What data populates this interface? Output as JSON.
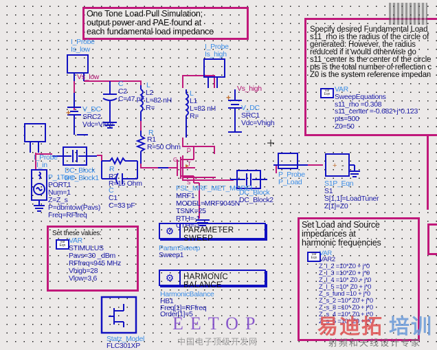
{
  "notes": {
    "title_note": [
      "One Tone Load Pull Simulation;",
      "output power and PAE found at",
      "each fundamental load impedance"
    ],
    "sweep_note": [
      "Specify desired Fundamental Load",
      "s11_rho is the radius of the circle of",
      "  generated:  However, the radius",
      "  reduced if it would otherwise go",
      "s11_center is the center of the circle",
      "pts is the total number of reflection c",
      "Z0 is the system reference impedan"
    ],
    "harmonic_note": [
      "Set Load and Source",
      "impedances at",
      "harmonic frequencies"
    ],
    "stimulus_note": "Set these values:"
  },
  "var_icon_text": [
    "Var",
    "Eqn"
  ],
  "components": {
    "iprobe_low": [
      "I_Probe",
      "Is_low"
    ],
    "node_vs_low": "Vs_low",
    "vdc_src2": [
      "V_DC",
      "SRC2",
      "Vdc=Vlow"
    ],
    "c2": [
      "C",
      "C2",
      "C=47 pF"
    ],
    "l2": [
      "L",
      "L2",
      "L=82 nH",
      "R="
    ],
    "r1": [
      "R",
      "R1",
      "R=50 Ohm"
    ],
    "iprobe_high": [
      "I_Probe",
      "Is_high"
    ],
    "node_vs_high": "Vs_high",
    "l1": [
      "L",
      "L1",
      "L=82 nH",
      "R="
    ],
    "vdc_src1": [
      "V_DC",
      "SRC1",
      "Vdc=Vhigh"
    ],
    "iprobe_in": [
      "I_Probe",
      "I_in"
    ],
    "port1": [
      "P_1Tone",
      "PORT1",
      "Num=1",
      "Z=Z_s",
      "P=dbmtow(Pavs)",
      "Freq=RFfreq"
    ],
    "dc_block1": [
      "DC_Block",
      "DC_Block1"
    ],
    "r2": [
      "R",
      "R2",
      "R=15 Ohm"
    ],
    "c1": [
      "C",
      "C1",
      "C=33 pF"
    ],
    "mrf1": [
      "FSL_MRF_MET_MODEL",
      "MRF1",
      "MODEL=MRF9045N",
      "TSNK=25",
      "RTH=-1",
      "CTH=-1"
    ],
    "mrf_pins": {
      "gate": "G",
      "drain": "D",
      "source": "S",
      "thermal": "T"
    },
    "dc_block2": [
      "DC_Block",
      "DC_Block2"
    ],
    "pprobe": [
      "P_Probe",
      "P_Load"
    ],
    "s1p": [
      "S1P_Eqn",
      "S1",
      "S[1,1]=LoadTuner",
      "Z[1]=Z0"
    ],
    "sweep_equations": [
      "VAR",
      "SweepEquations",
      "s11_rho =0.308",
      "s11_center =-0.682+j*0.123",
      "pts=500",
      "Z0=50"
    ],
    "stimulus": [
      "VAR",
      "STIMULUS",
      "Pavs=30 _dBm",
      "RFfreq=945 MHz",
      "Vhigh=28",
      "Vlow=3.6"
    ],
    "param_sweep": {
      "label": "PARAMETER SWEEP",
      "lines": [
        "ParamSweep",
        "Sweep1"
      ]
    },
    "harmonic_balance": {
      "label": "HARMONIC BALANCE",
      "lines": [
        "HarmonicBalance",
        "HB1",
        "Freq[1]=RFfreq",
        "Order[1]=5"
      ]
    },
    "var2": [
      "VAR",
      "VAR2",
      "Z_l_2 =10*Z0 + j*0",
      "Z_l_3 =10*Z0 + j*0",
      "Z_l_4 =10* Z0 + j*0",
      "Z_l_5 =10* Z0 + j*0",
      "Z_s_fund =10 + j*0",
      "Z_s_2 =10* Z0 + j*0",
      "Z_s_3 =10* Z0 + j*0",
      "Z_s_4 =10* Z0 + j*0",
      "Z_s_5 =10* Z0 + j*0"
    ],
    "statz": [
      "Statz_Model",
      "FLC301XP"
    ]
  },
  "watermarks": {
    "eetop": "EETOP",
    "eetop_sub": "中国电子顶级开发网",
    "brand_a": "易迪拓",
    "brand_b": "培训",
    "brand_sub": "射频和天线设计专家"
  },
  "colors": {
    "wire": "#c0187a",
    "component": "#1010c0",
    "label": "#3b8de6",
    "note_border": "#c0187a"
  }
}
